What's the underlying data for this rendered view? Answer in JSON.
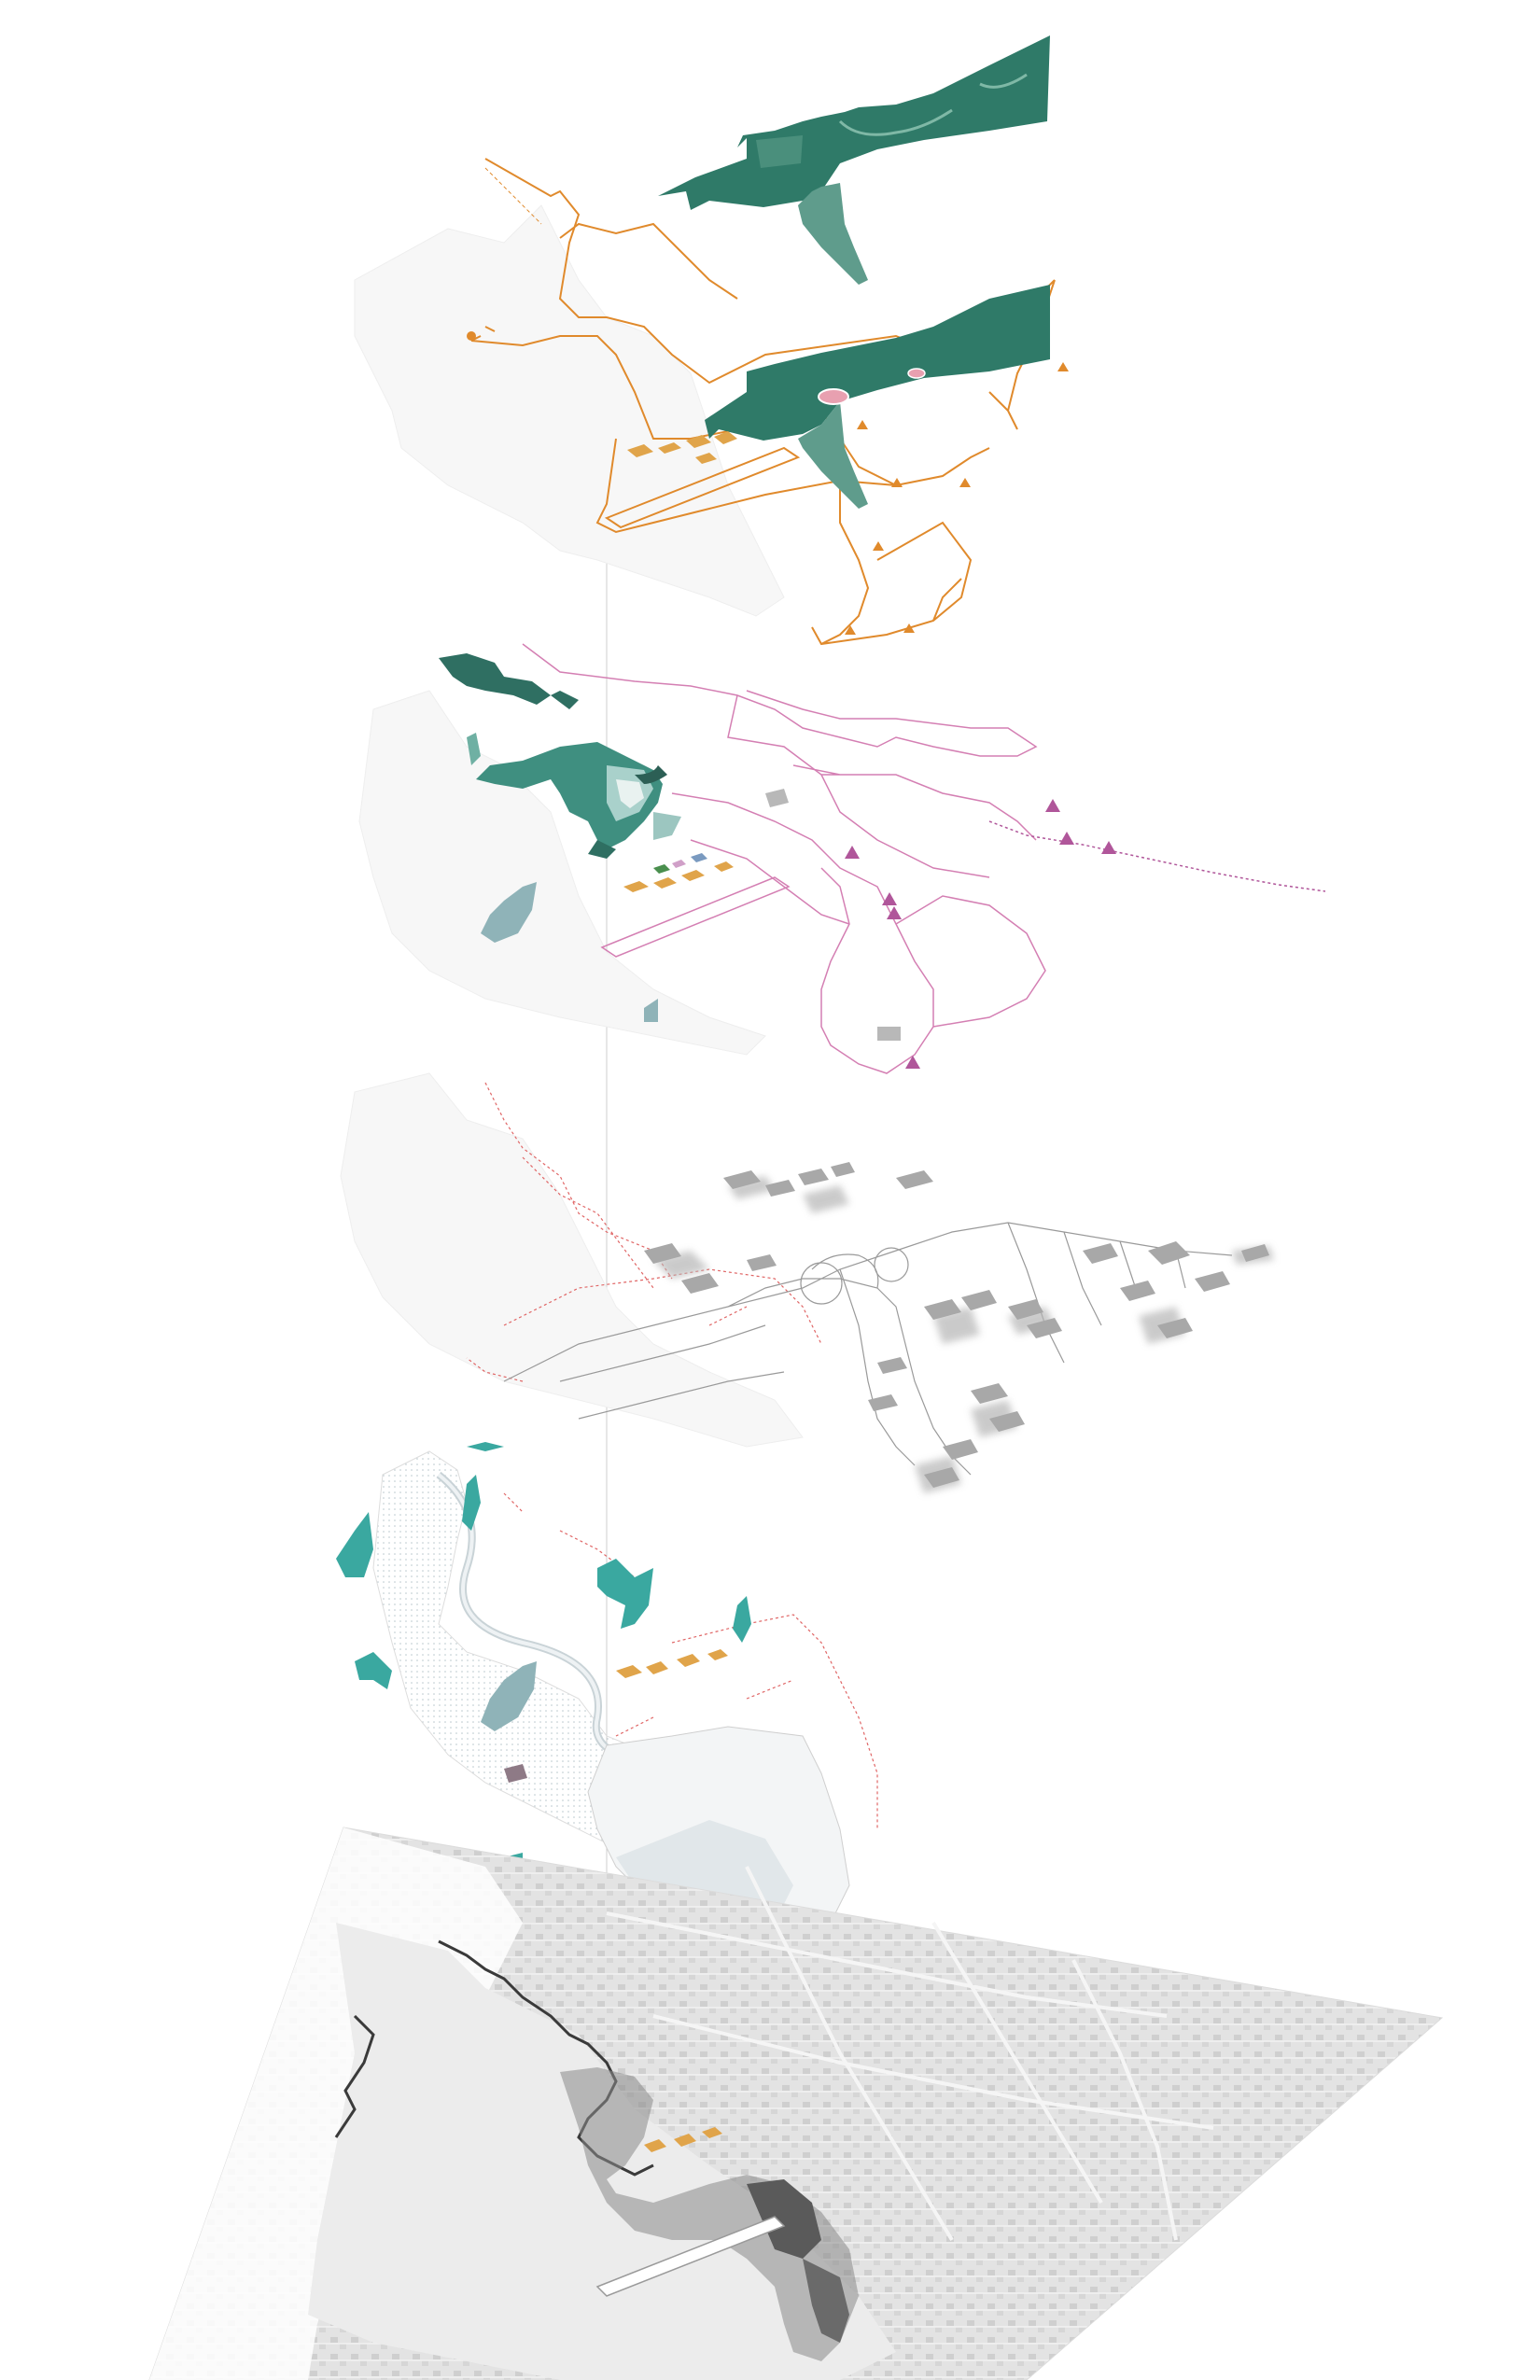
{
  "diagram": {
    "kind": "exploded-axonometric-layers",
    "layers": [
      {
        "key": "green-park",
        "color": "#2f7a68"
      },
      {
        "key": "orange-circulation",
        "color": "#e08a2c",
        "marker_color": "#e08a2c"
      },
      {
        "key": "pink-network",
        "color": "#c76aa8",
        "marker_color": "#b0569a"
      },
      {
        "key": "built-fabric",
        "color": "#9a9a9a",
        "line_color": "#e06666"
      },
      {
        "key": "hydrology",
        "color": "#3aa8a0",
        "water_color": "#e6ecef"
      },
      {
        "key": "base-map",
        "color": "#d9d9d9",
        "terrain_color": "#555555"
      }
    ],
    "accent_colors": {
      "buildings": "#e0a44a",
      "lake": "#8fb3b8",
      "mudflat": "#eef2f4"
    }
  }
}
